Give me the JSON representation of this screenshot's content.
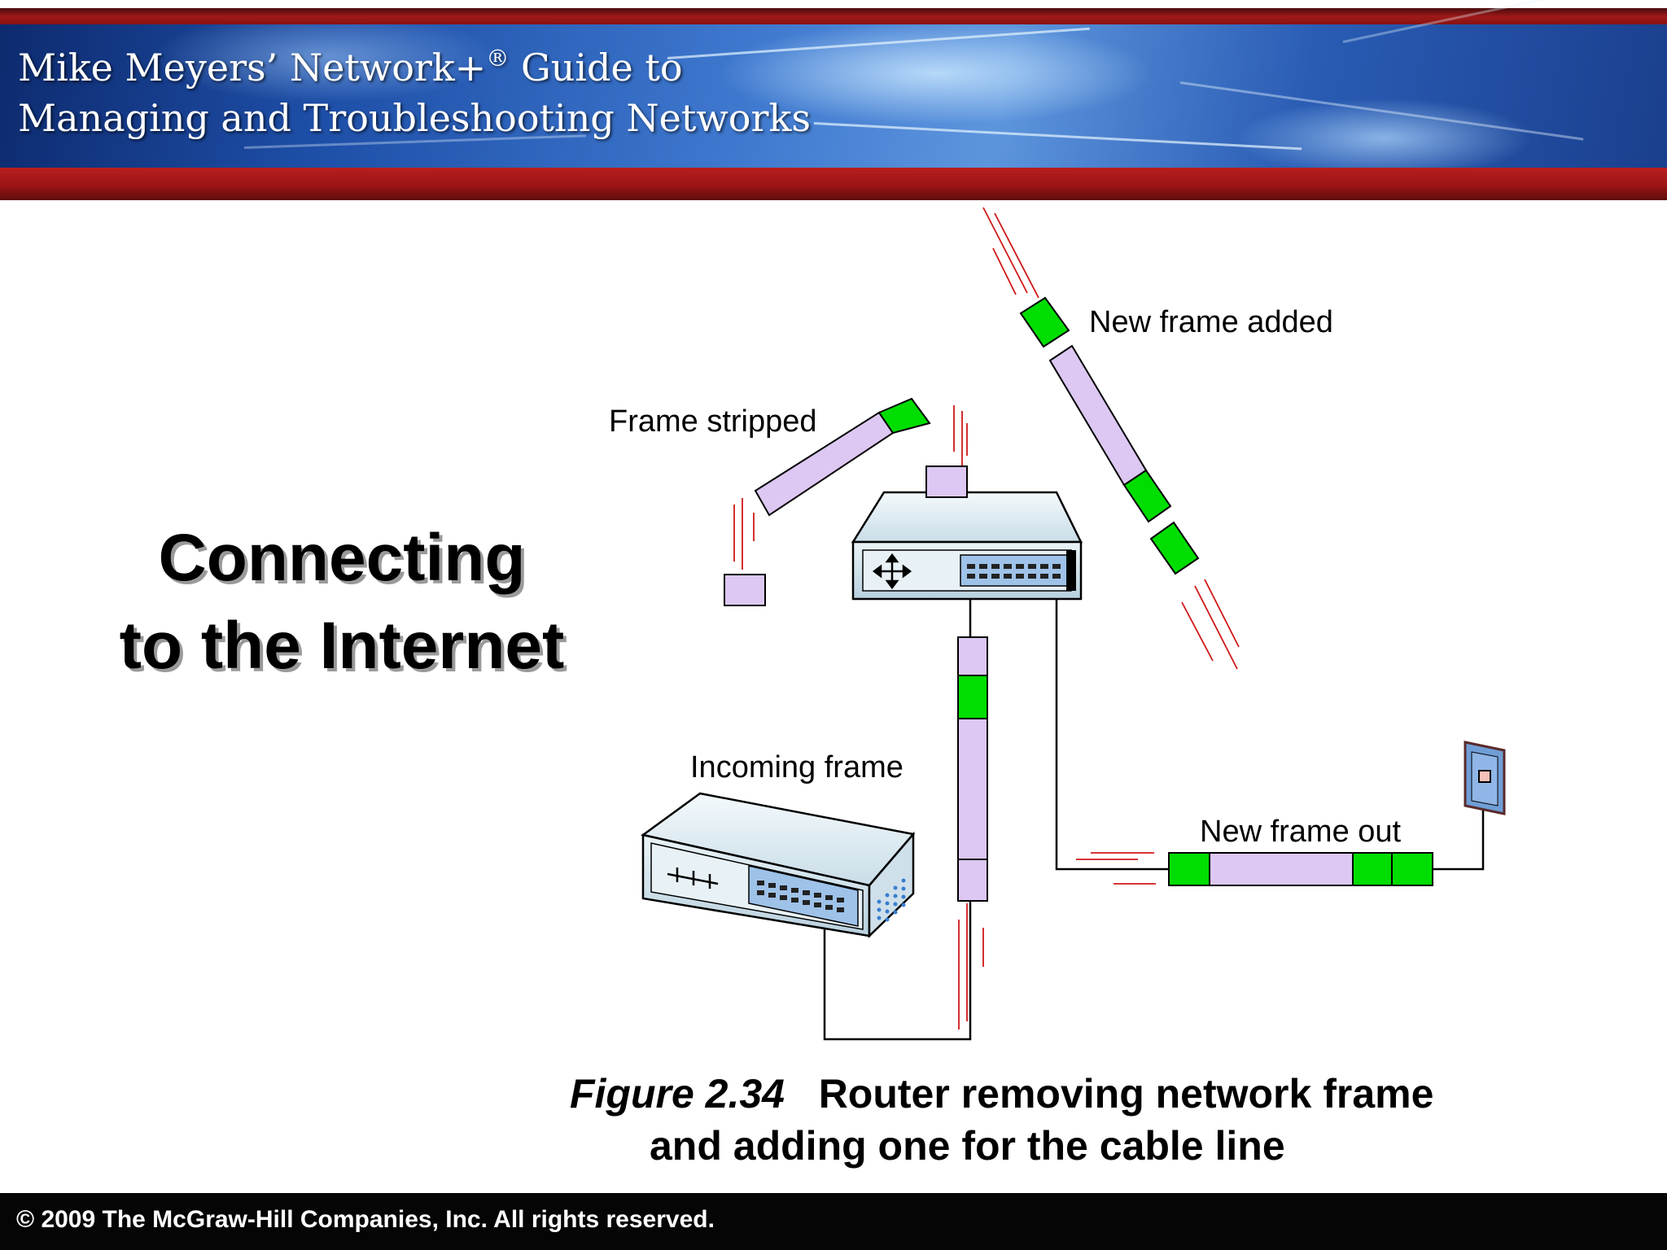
{
  "header": {
    "title_line1_pre": "Mike Meyers’ Network+",
    "title_line1_reg": "®",
    "title_line1_post": " Guide to",
    "title_line2": "Managing and Troubleshooting Networks"
  },
  "slide": {
    "heading_line1": "Connecting",
    "heading_line2": "to the Internet"
  },
  "diagram": {
    "labels": {
      "new_frame_added": "New frame added",
      "frame_stripped": "Frame stripped",
      "incoming_frame": "Incoming frame",
      "new_frame_out": "New frame out"
    },
    "colors": {
      "frame_header": "#00dd00",
      "packet_body": "#dcc8f2",
      "signal_lines": "#d01818",
      "device_body": "#d8e8f0",
      "port_panel": "#9ec2e8",
      "wall_jack": "#6f9ed6"
    },
    "icons": [
      "router-icon",
      "switch-icon",
      "wall-jack-icon"
    ]
  },
  "caption": {
    "figure_label": "Figure 2.34",
    "text_line1": "Router removing network frame",
    "text_line2": "and adding one for the cable line"
  },
  "footer": {
    "copyright": "© 2009 The McGraw-Hill Companies, Inc. All rights reserved."
  }
}
